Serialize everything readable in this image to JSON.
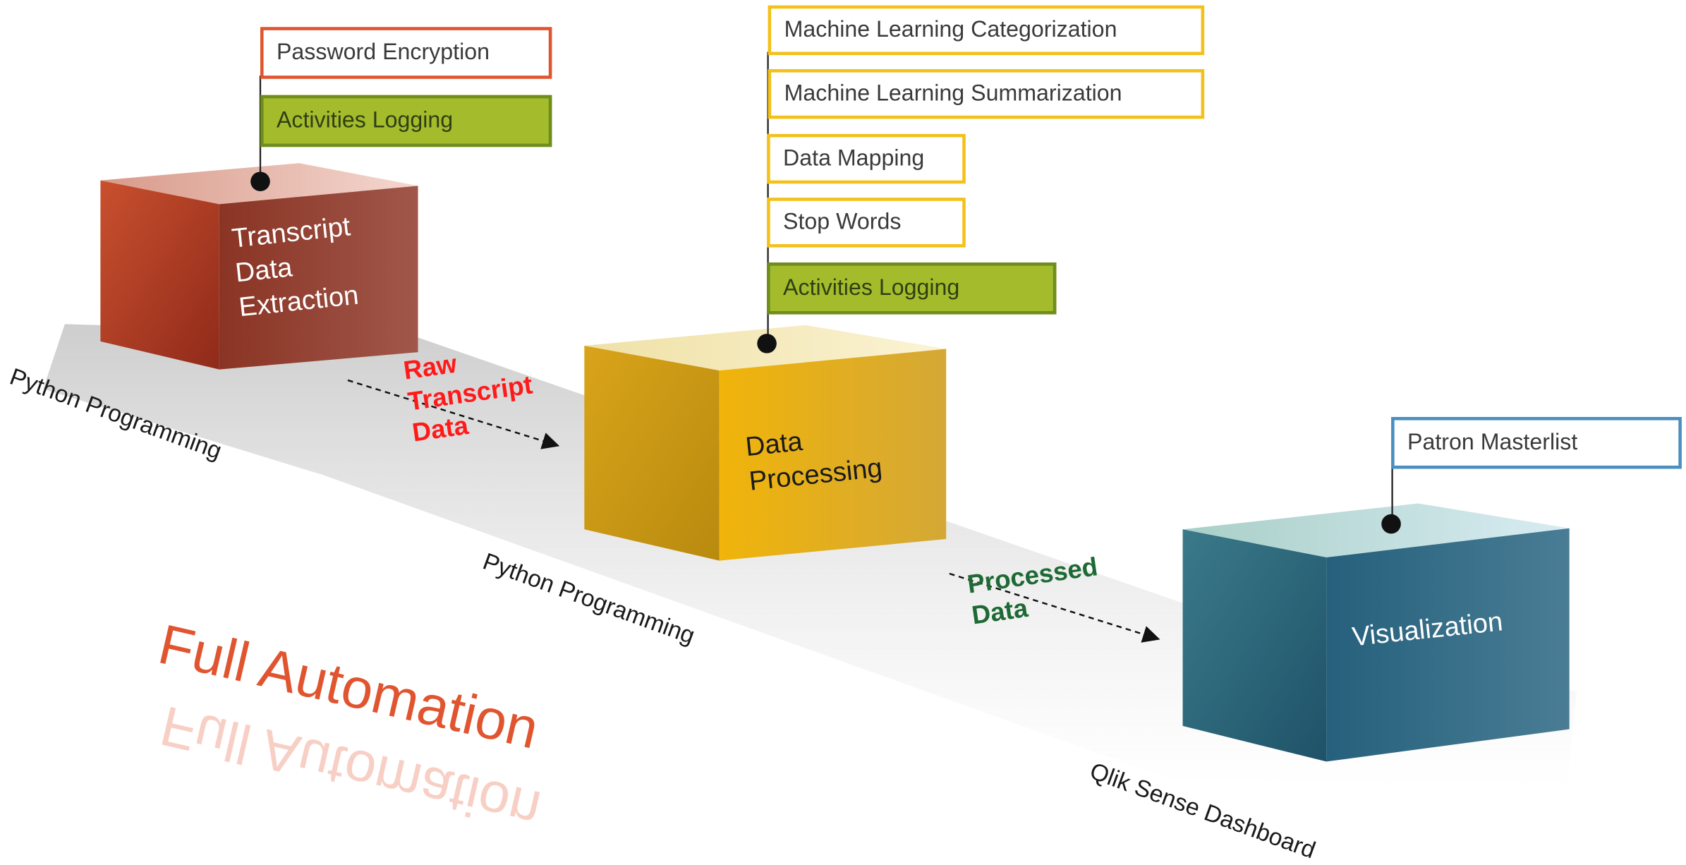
{
  "stages": [
    {
      "id": "extraction",
      "label_lines": [
        "Transcript",
        "Data",
        "Extraction"
      ],
      "tool": "Python Programming",
      "color": "#b23b25",
      "tags": [
        "Password Encryption",
        "Activities Logging"
      ]
    },
    {
      "id": "processing",
      "label_lines": [
        "Data",
        "Processing"
      ],
      "tool": "Python Programming",
      "color": "#e4ae12",
      "tags": [
        "Machine Learning Categorization",
        "Machine Learning Summarization",
        "Data Mapping",
        "Stop Words",
        "Activities Logging"
      ]
    },
    {
      "id": "visualization",
      "label_lines": [
        "Visualization"
      ],
      "tool": "Qlik Sense Dashboard",
      "color": "#2e6b82",
      "tags": [
        "Patron Masterlist"
      ]
    }
  ],
  "flows": [
    {
      "lines": [
        "Raw",
        "Transcript",
        "Data"
      ],
      "color": "#ff1a1a"
    },
    {
      "lines": [
        "Processed",
        "Data"
      ],
      "color": "#1e6a35"
    }
  ],
  "title": "Full Automation",
  "colors": {
    "accent_orange": "#e0552f",
    "logging_green": "#a4bc2c",
    "processing_gold": "#f3c11a",
    "visual_blue": "#4a8fc0"
  }
}
